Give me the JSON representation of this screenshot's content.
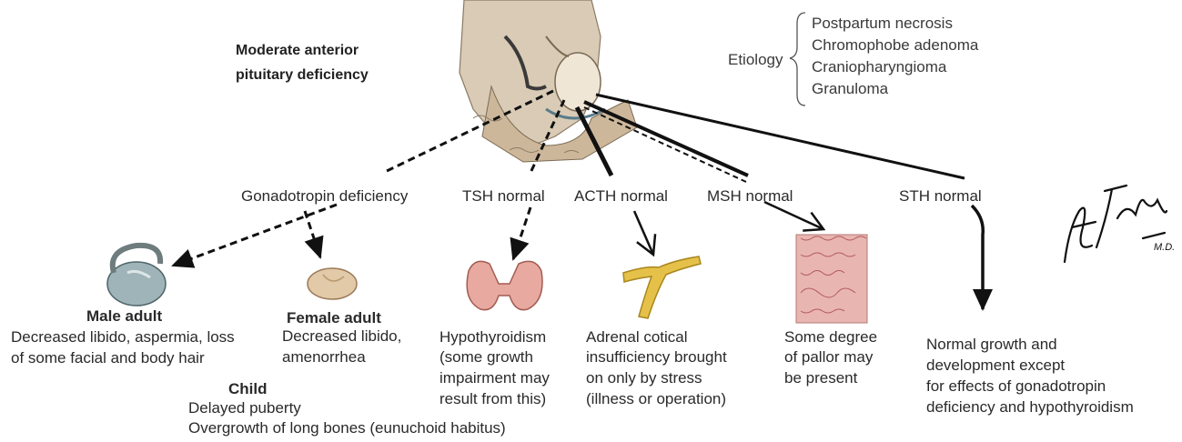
{
  "title": {
    "line1": "Moderate anterior",
    "line2": "pituitary deficiency"
  },
  "etiology": {
    "label": "Etiology",
    "items": [
      "Postpartum necrosis",
      "Chromophobe adenoma",
      "Craniopharyngioma",
      "Granuloma"
    ]
  },
  "hormones": {
    "gonadotropin": "Gonadotropin deficiency",
    "tsh": "TSH normal",
    "acth": "ACTH normal",
    "msh": "MSH normal",
    "sth": "STH normal"
  },
  "effects": {
    "male": {
      "heading": "Male adult",
      "line1": "Decreased libido, aspermia, loss",
      "line2": "of some facial and body hair"
    },
    "female": {
      "heading": "Female adult",
      "line1": "Decreased libido,",
      "line2": "amenorrhea"
    },
    "child": {
      "heading": "Child",
      "line1": "Delayed puberty",
      "line2": "Overgrowth of long bones (eunuchoid habitus)"
    },
    "thyroid": {
      "line1": "Hypothyroidism",
      "line2": "(some growth",
      "line3": "impairment may",
      "line4": "result from this)"
    },
    "adrenal": {
      "line1": "Adrenal cotical",
      "line2": "insufficiency brought",
      "line3": "on only by stress",
      "line4": "(illness or operation)"
    },
    "skin": {
      "line1": "Some degree",
      "line2": "of pallor may",
      "line3": "be present"
    },
    "growth": {
      "line1": "Normal growth and",
      "line2": "development except",
      "line3": "for effects of gonadotropin",
      "line4": "deficiency and hypothyroidism"
    }
  },
  "signature": {
    "text": "F. Netter M.D."
  },
  "colors": {
    "text": "#2a2a2a",
    "arrow": "#111111",
    "brain": "#d9cbb5",
    "pituitary": "#efe6d6",
    "thyroid": "#e8a9a0",
    "adrenal": "#e6c14a",
    "testis": "#9fb4b8",
    "ovary": "#e2c9a8",
    "skin": "#e9b5b0"
  }
}
